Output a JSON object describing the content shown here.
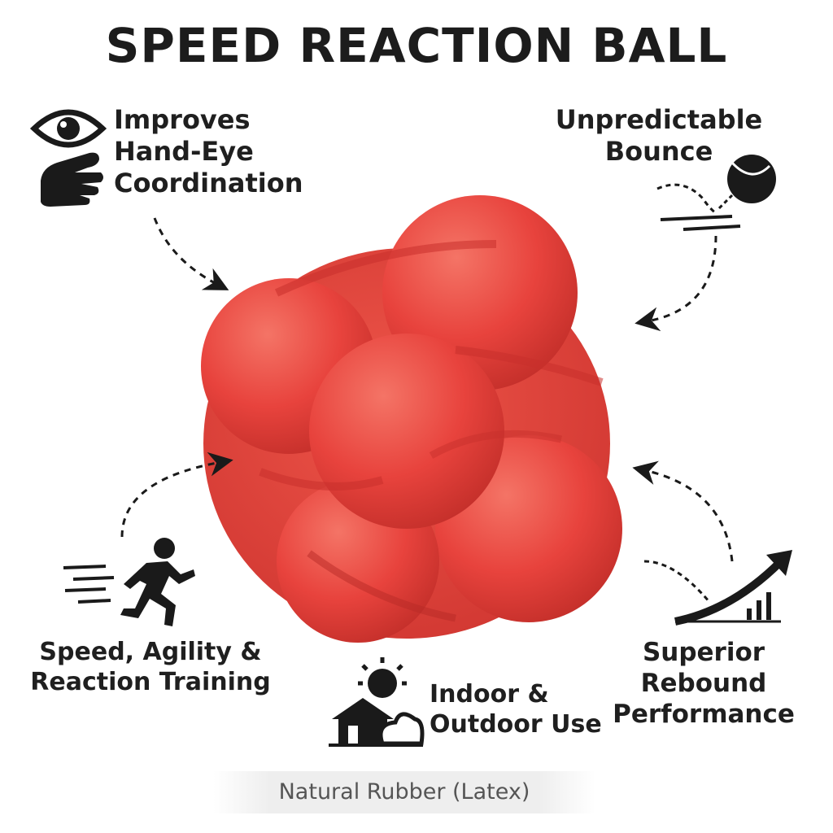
{
  "title": "SPEED REACTION BALL",
  "features": {
    "hand_eye": {
      "lines": [
        "Improves",
        "Hand-Eye",
        "Coordination"
      ],
      "icon": "eye-hand-icon"
    },
    "bounce": {
      "lines": [
        "Unpredictable",
        "Bounce"
      ],
      "icon": "bouncing-ball-icon"
    },
    "speed": {
      "lines": [
        "Speed, Agility &",
        "Reaction Training"
      ],
      "icon": "running-person-icon"
    },
    "indoor": {
      "lines": [
        "Indoor &",
        "Outdoor Use"
      ],
      "icon": "house-sun-icon"
    },
    "rebound": {
      "lines": [
        "Superior",
        "Rebound",
        "Performance"
      ],
      "icon": "rising-arrow-icon"
    }
  },
  "material": "Natural Rubber (Latex)",
  "colors": {
    "ball": "#e8433d",
    "ball_highlight": "#f26a5e",
    "ball_shadow": "#c02c28",
    "text": "#1f1f1f",
    "icon": "#1a1a1a"
  }
}
